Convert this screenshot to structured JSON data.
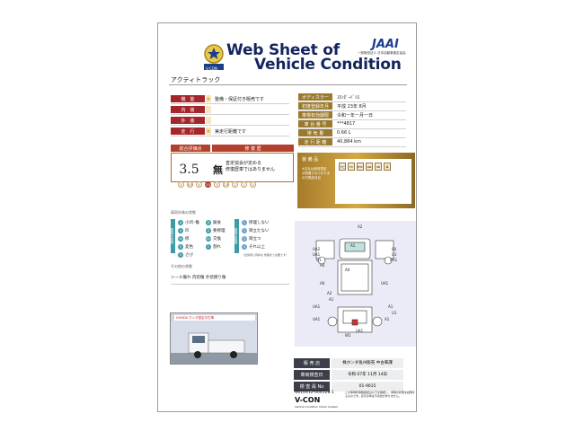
{
  "header": {
    "title_line1": "Web Sheet of",
    "title_line2": "Vehicle Condition",
    "vcon_badge": "V-CON",
    "jaai_logo": "JAAI",
    "jaai_sub": "一般財団法人 日本自動車査定協会"
  },
  "vehicle_name": "アクティトラック",
  "condition": [
    {
      "label": "機　能",
      "star": true,
      "value": "整備・保証付き販売です"
    },
    {
      "label": "内　装",
      "star": false,
      "value": ""
    },
    {
      "label": "外　装",
      "star": false,
      "value": ""
    },
    {
      "label": "走　行",
      "star": true,
      "value": "実走行距離です"
    }
  ],
  "specs": [
    {
      "label": "ボディカラー",
      "value": "ｽﾀﾝﾀﾞｰﾄﾞｼﾛ"
    },
    {
      "label": "初度登録年月",
      "value": "平成 23年 8月"
    },
    {
      "label": "車検有効期限",
      "value": "令和ー年ー月ー日"
    },
    {
      "label": "車 台 番 号",
      "value": "***4817"
    },
    {
      "label": "排 気 量",
      "value": "0.66 L"
    },
    {
      "label": "走 行 距 離",
      "value": "40,884 km"
    }
  ],
  "score": {
    "head_left": "総合評価点",
    "head_right": "修 復 歴",
    "value": "3.5",
    "repair_mark": "無",
    "repair_text_1": "査定協会が定める",
    "repair_text_2": "修復歴車ではありません",
    "scale": [
      "5",
      "4.5",
      "4",
      "3.5",
      "3",
      "2.5",
      "2",
      "1",
      "0"
    ]
  },
  "equipment": {
    "title": "装 備 品",
    "note_1": "※当社は使用表記",
    "note_2": "が設置されておりま",
    "note_3": "の付表品名目",
    "cells": [
      "ナビ",
      "TV",
      "ETC",
      "AW",
      "SR",
      "革",
      "",
      "",
      "",
      "",
      "",
      ""
    ]
  },
  "legend": {
    "title": "車両外装の状態",
    "left_bar": "修復の状態",
    "right_bar": "損傷の程度",
    "items_left": [
      {
        "code": "A",
        "text": "小凹･傷"
      },
      {
        "code": "U",
        "text": "凹"
      },
      {
        "code": "W",
        "text": "修"
      },
      {
        "code": "E",
        "text": "変色"
      },
      {
        "code": "S",
        "text": "さび"
      }
    ],
    "items_mid": [
      {
        "code": "B",
        "text": "腐食"
      },
      {
        "code": "X",
        "text": "要修理"
      },
      {
        "code": "XX",
        "text": "交換"
      },
      {
        "code": "C",
        "text": "割れ"
      }
    ],
    "items_right": [
      {
        "code": "1",
        "text": "修理しない"
      },
      {
        "code": "2",
        "text": "目立たない"
      },
      {
        "code": "3",
        "text": "目立つ"
      },
      {
        "code": "4",
        "text": "それ以上"
      }
    ],
    "right_note": "（全箇所に有料な 修理まで必要です）"
  },
  "other": {
    "title": "その他の状態",
    "text": "シール傷れ 内装傷 外装擦り傷"
  },
  "diagram_labels": [
    "A2",
    "A1",
    "A0",
    "UA2",
    "UA1",
    "U1",
    "A0",
    "S0",
    "U1",
    "UA1",
    "A0",
    "A2",
    "A1",
    "UA1",
    "UA1",
    "UA1",
    "A1",
    "U1",
    "A1",
    "UA1",
    "W1"
  ],
  "photo": {
    "banner": "HONDA ホンダ認定中古車"
  },
  "dealer": [
    {
      "label": "販 売 店",
      "value": "株ホンダ長州販売 中古車課"
    },
    {
      "label": "車両検査日",
      "value": "令和 07年 11月 14日"
    },
    {
      "label": "検 査 員 No",
      "value": "01-9015"
    }
  ],
  "footer": {
    "sheet_no": "N610412-004128-1",
    "vcon": "V-CON",
    "system": "Vehicle Condition Check System",
    "note": "この車両状態確認証は以下を確認し、車両の状態を証明するものです。表示の車は不具合がありません。"
  },
  "colors": {
    "navy": "#13245e",
    "red_label": "#a5262a",
    "gold": "#c9a048",
    "teal": "#3e9aa5",
    "dealer_dark": "#3c3f49"
  }
}
